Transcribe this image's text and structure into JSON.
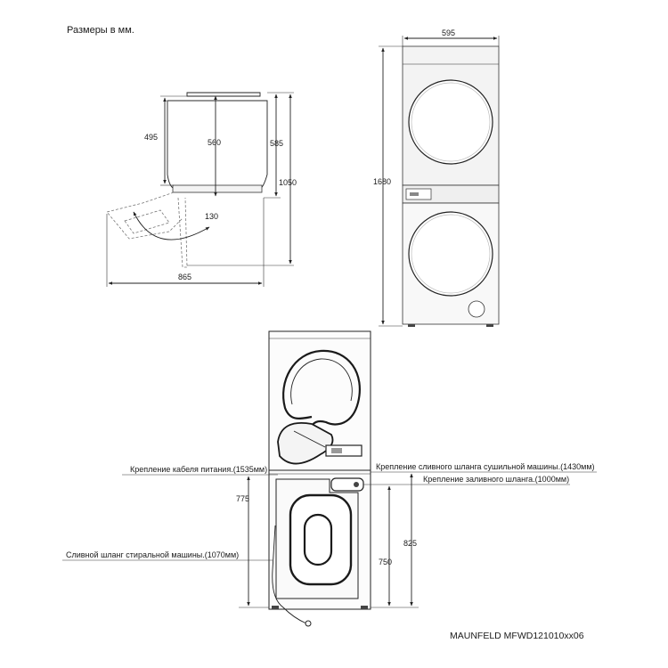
{
  "title": "Размеры в мм.",
  "model": "MAUNFELD MFWD121010xx06",
  "side_view": {
    "dim_height_body": "495",
    "dim_depth_drum": "560",
    "dim_depth_with_door": "585",
    "dim_height_total": "1050",
    "dim_door_angle": "130",
    "dim_depth_open": "865"
  },
  "front_view": {
    "dim_width": "595",
    "dim_height": "1680"
  },
  "rear_view": {
    "power_cable_label": "Крепление кабеля питания.(1535мм)",
    "dryer_drain_label": "Крепление сливного шланга сушильной машины.(1430мм)",
    "inlet_hose_label": "Крепление заливного шланга.(1000мм)",
    "washer_drain_label": "Сливной шланг стиральной машины.(1070мм)",
    "dim_775": "775",
    "dim_825": "825",
    "dim_750": "750"
  }
}
